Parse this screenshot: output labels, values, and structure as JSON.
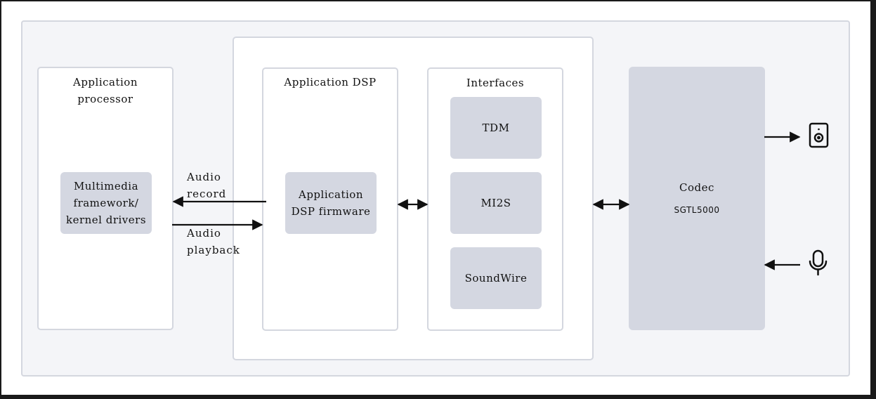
{
  "app_processor": {
    "title": "Application\nprocessor",
    "chip": "Multimedia\nframework/\nkernel drivers"
  },
  "flows": {
    "record": "Audio\nrecord",
    "playback": "Audio\nplayback"
  },
  "dsp": {
    "title": "Application DSP",
    "chip": "Application\nDSP firmware"
  },
  "interfaces": {
    "title": "Interfaces",
    "items": [
      "TDM",
      "MI2S",
      "SoundWire"
    ]
  },
  "codec": {
    "title": "Codec",
    "part": "SGTL5000"
  },
  "icons": {
    "output": "speaker-icon",
    "input": "microphone-icon"
  },
  "colors": {
    "chip_fill": "#d4d7e1",
    "border": "#d4d7df",
    "arrow": "#111111"
  }
}
